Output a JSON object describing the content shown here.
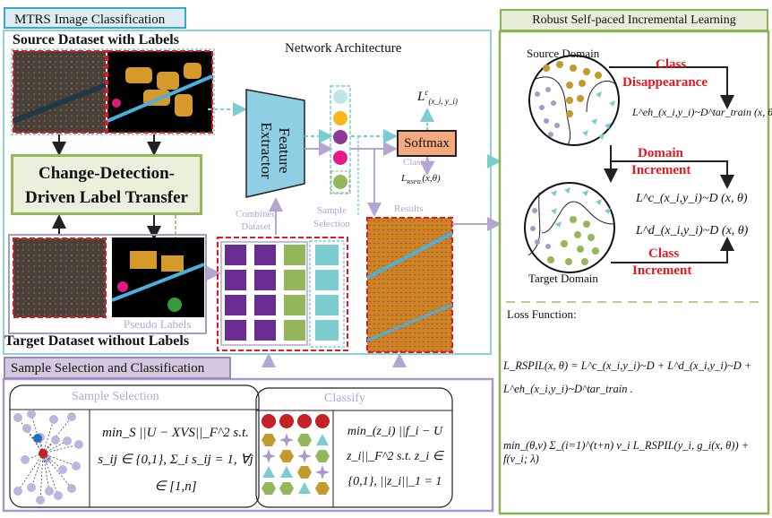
{
  "panels": {
    "mtrs_title": "MTRS Image Classification",
    "rspil_title": "Robust Self-paced Incremental Learning",
    "sample_title": "Sample Selection and Classification"
  },
  "left": {
    "source_label": "Source Dataset with Labels",
    "target_label": "Target Dataset without Labels",
    "pseudo_labels": "Pseudo Labels",
    "cd_line1": "Change-Detection-",
    "cd_line2": "Driven Label Transfer"
  },
  "network": {
    "title": "Network Architecture",
    "feature_extractor_line1": "Feature",
    "feature_extractor_line2": "Extractor",
    "softmax": "Softmax",
    "classify": "Classify",
    "combined_dataset_line1": "Combined",
    "combined_dataset_line2": "Dataset",
    "sample_selection_line1": "Sample",
    "sample_selection_line2": "Selection",
    "results": "Results",
    "loss_c": "L",
    "loss_c_sup": "c",
    "loss_c_sub": "(x_i, y_i)",
    "loss_rspil": "L",
    "loss_rspil_sub": "RSPIL",
    "loss_rspil_arg": "(x,θ)"
  },
  "rspil": {
    "source_domain": "Source Domain",
    "target_domain": "Target Domain",
    "class_disappearance_1": "Class",
    "class_disappearance_2": "Disappearance",
    "domain_increment_1": "Domain",
    "domain_increment_2": "Increment",
    "class_increment_1": "Class",
    "class_increment_2": "Increment",
    "loss_eh": "L^eh_(x_i,y_i)~D^tar_train (x, θ)",
    "loss_c": "L^c_(x_i,y_i)~D (x, θ)",
    "loss_d": "L^d_(x_i,y_i)~D (x, θ)",
    "loss_function_label": "Loss Function:",
    "eq1": "L_RSPIL(x, θ) = L^c_(x_i,y_i)~D + L^d_(x_i,y_i)~D + L^eh_(x_i,y_i)~D^tar_train .",
    "eq2": "min_(θ,v) Σ_(i=1)^(t+n) v_i L_RSPIL(y_i, g_i(x, θ)) + f(v_i; λ)"
  },
  "bottom": {
    "sample_selection": "Sample Selection",
    "classify": "Classify",
    "ss_eq": "min_S ||U − XVS||_F^2  s.t. s_ij ∈ {0,1}, Σ_i s_ij = 1, ∀j ∈ [1,n]",
    "cl_eq": "min_(z_i) ||f_i − U z_i||_F^2  s.t. z_i ∈ {0,1}, ||z_i||_1 = 1"
  },
  "colors": {
    "teal": "#7ccdd0",
    "green": "#93b75a",
    "purple": "#9a89bd",
    "red_dash": "#e8161f",
    "gold": "#c49a2c",
    "violet": "#6a2d91",
    "magenta": "#e0197d",
    "orange": "#f5a97f"
  }
}
